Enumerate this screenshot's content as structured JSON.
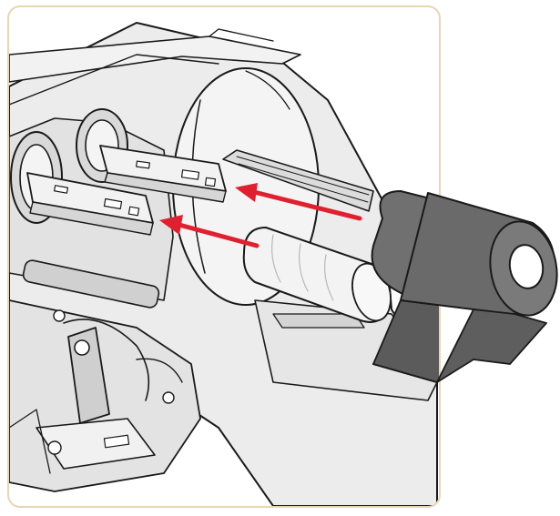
{
  "figure": {
    "subject": "ribbon-roll-loading-illustration",
    "frame_color": "#e7d6b6",
    "arrow_color": "#e0202e",
    "body_color": "#e9e9e9",
    "outline_color": "#1a1a1a",
    "ribbon_color": "#6b6b6b",
    "core_color": "#f4f4f4"
  },
  "callouts": [
    {
      "name": "arrow-upper-spindle",
      "target": "upper-ribbon-spindle"
    },
    {
      "name": "arrow-lower-spindle",
      "target": "lower-ribbon-spindle"
    }
  ]
}
